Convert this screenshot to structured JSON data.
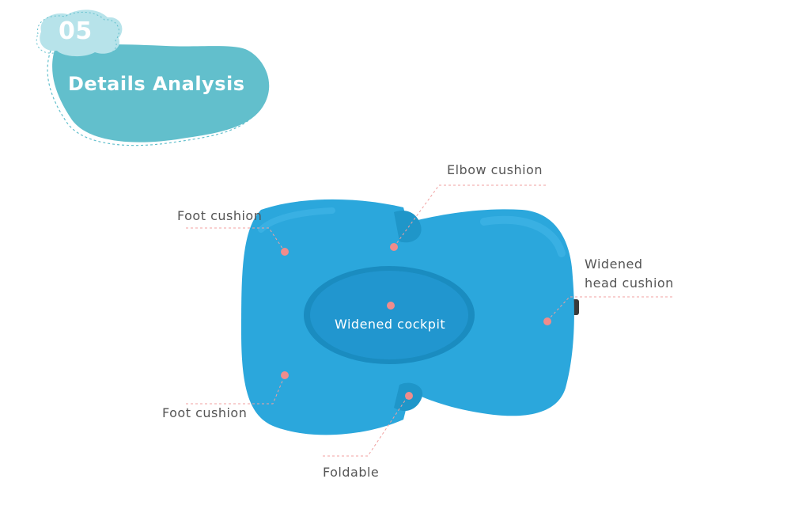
{
  "header": {
    "number": "05",
    "title": "Details Analysis"
  },
  "colors": {
    "badge": "#62bfcc",
    "badge_light": "#b7e3ea",
    "cushion": "#2ba7dc",
    "cushion_dark": "#1a8cc0",
    "dot": "#f08c8c",
    "leader": "#f0a0a0"
  },
  "labels": {
    "elbow_cushion": "Elbow cushion",
    "foot_cushion_top": "Foot cushion",
    "foot_cushion_bottom": "Foot cushion",
    "widened_head_line1": "Widened",
    "widened_head_line2": "head cushion",
    "widened_cockpit": "Widened cockpit",
    "foldable": "Foldable"
  }
}
